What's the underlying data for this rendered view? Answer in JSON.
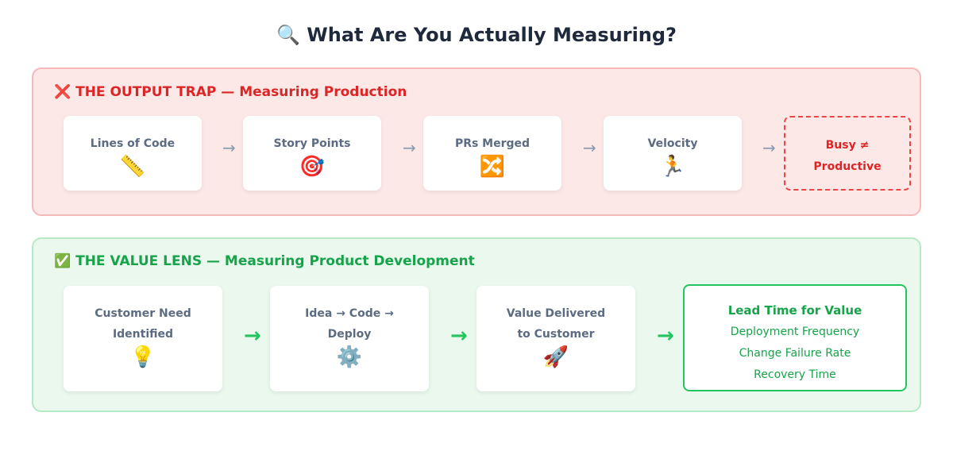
{
  "title": {
    "icon": "🔍",
    "text": "What Are You Actually Measuring?"
  },
  "output_trap": {
    "icon": "❌",
    "heading": "THE OUTPUT TRAP — Measuring Production",
    "cards": [
      {
        "label": "Lines of Code",
        "icon": "📏"
      },
      {
        "label": "Story Points",
        "icon": "🎯"
      },
      {
        "label": "PRs Merged",
        "icon": "🔀"
      },
      {
        "label": "Velocity",
        "icon": "🏃"
      }
    ],
    "arrow": "→",
    "conclusion_line1": "Busy ≠",
    "conclusion_line2": "Productive"
  },
  "value_lens": {
    "icon": "✅",
    "heading": "THE VALUE LENS — Measuring Product Development",
    "cards": [
      {
        "line1": "Customer Need",
        "line2": "Identified",
        "icon": "💡"
      },
      {
        "line1": "Idea → Code →",
        "line2": "Deploy",
        "icon": "⚙️"
      },
      {
        "line1": "Value Delivered",
        "line2": "to Customer",
        "icon": "🚀"
      }
    ],
    "arrow": "→",
    "metrics": {
      "primary": "Lead Time for Value",
      "items": [
        "Deployment Frequency",
        "Change Failure Rate",
        "Recovery Time"
      ]
    }
  }
}
